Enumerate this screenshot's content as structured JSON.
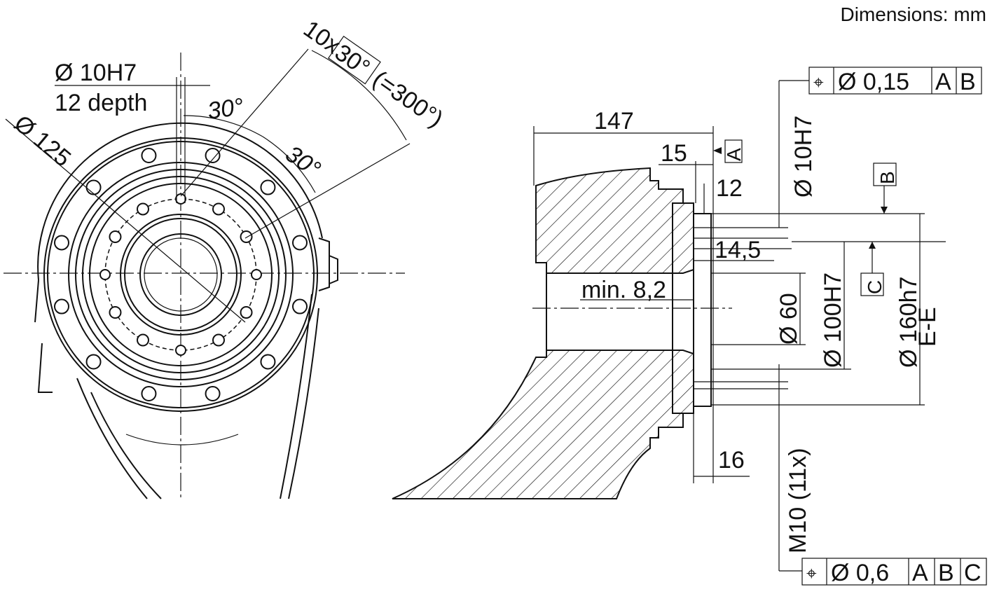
{
  "header": {
    "units_note": "Dimensions: mm"
  },
  "front_view": {
    "pin_hole_dia": "Ø 10H7",
    "pin_hole_depth": "12 depth",
    "bolt_circle": "Ø 125",
    "angle_1": "30°",
    "angle_2": "30°",
    "pattern_count": "10x",
    "pattern_angle": "30°",
    "pattern_total": "(=300°)"
  },
  "section_view": {
    "section_label": "E-E",
    "overall_length": "147",
    "dim_15": "15",
    "dim_12": "12",
    "dim_14_5": "14,5",
    "min_depth": "min. 8,2",
    "dim_16": "16",
    "dia_60": "Ø 60",
    "dia_100": "Ø 100H7",
    "dia_160": "Ø 160h7",
    "dia_10": "Ø 10H7",
    "thread": "M10 (11x)",
    "datums": {
      "a": "A",
      "b": "B",
      "c": "C"
    }
  },
  "tolerance_frames": [
    {
      "symbol": "⌖",
      "value": "Ø 0,15",
      "refs": [
        "A",
        "B"
      ]
    },
    {
      "symbol": "⌖",
      "value": "Ø 0,6",
      "refs": [
        "A",
        "B",
        "C"
      ]
    }
  ]
}
